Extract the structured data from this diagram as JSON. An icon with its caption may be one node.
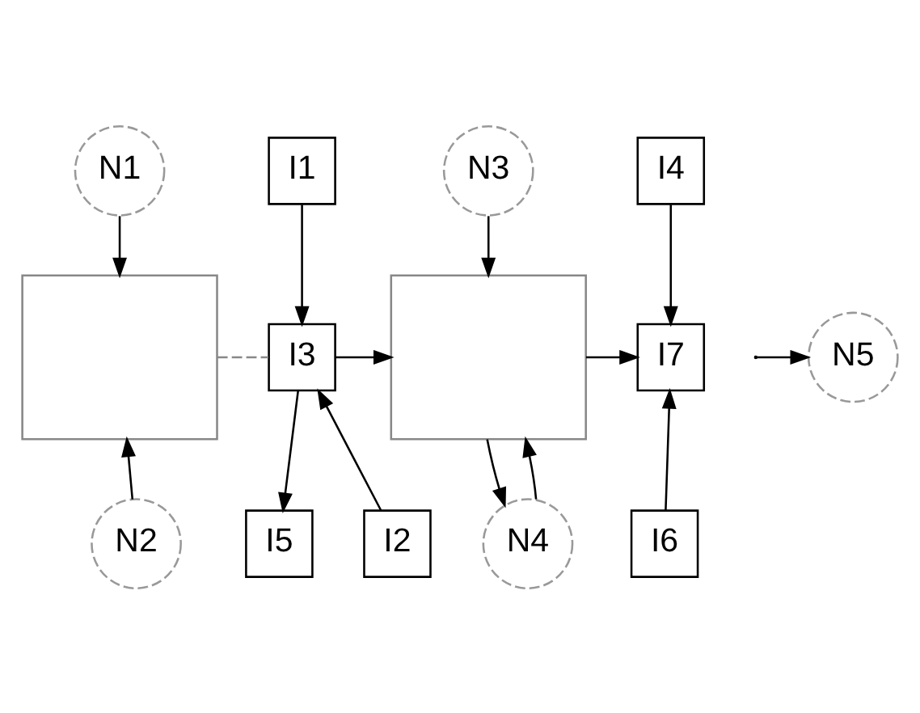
{
  "diagram": {
    "nodes": [
      {
        "text": [
          "N1"
        ]
      },
      {
        "text": [
          "N3"
        ]
      },
      {
        "text": [
          "I1"
        ]
      },
      {
        "text": [
          "I4"
        ]
      },
      {
        "text": [],
        "shape": "box"
      },
      {
        "text": [
          "I3"
        ]
      },
      {
        "text": [],
        "shape": "box"
      },
      {
        "text": [
          "I7"
        ]
      },
      {
        "text": [
          "N5"
        ]
      },
      {
        "text": [
          "I2"
        ]
      },
      {
        "text": [
          "I5"
        ]
      },
      {
        "text": [
          "I6"
        ]
      },
      {
        "text": [
          "N2"
        ]
      },
      {
        "text": [
          "N4"
        ]
      }
    ],
    "edges": [
      {
        "from": 0,
        "to": 4,
        "arrow": "to"
      },
      {
        "from": 1,
        "to": 6,
        "arrow": "to"
      },
      {
        "from": 2,
        "to": 5,
        "arrow": "to"
      },
      {
        "from": 3,
        "to": 7,
        "arrow": "to"
      },
      {
        "from": 4,
        "to": 5,
        "arrow": "none",
        "style": "dashed",
        "color": "#888888"
      },
      {
        "from": 5,
        "to": 6,
        "arrow": "to"
      },
      {
        "from": 6,
        "to": 7,
        "arrow": "to"
      },
      {
        "from": 5,
        "to": 10,
        "arrow": "to"
      },
      {
        "from": 9,
        "to": 5,
        "arrow": "to"
      },
      {
        "from": 11,
        "to": 7,
        "arrow": "to"
      },
      {
        "from": 12,
        "to": 4,
        "arrow": "to"
      },
      {
        "from": 6,
        "to": 13,
        "arrow": "to"
      },
      {
        "from": 13,
        "to": 6,
        "arrow": "to"
      },
      {
        "from": null,
        "to": 8,
        "arrow": "to"
      }
    ]
  }
}
